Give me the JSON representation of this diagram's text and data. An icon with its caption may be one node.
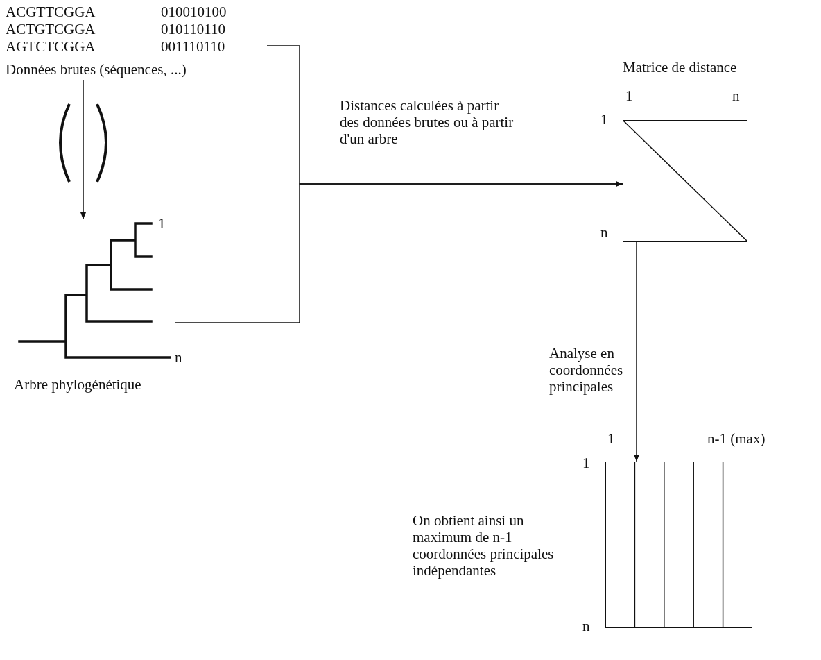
{
  "diagram": {
    "nodes": [
      {
        "text": [
          "Données brutes (séquences, ...)"
        ]
      },
      {
        "text": [],
        "shape": "picture",
        "beside": [
          "Arbre phylogénétique"
        ]
      },
      {
        "text": [],
        "shape": "box",
        "beside": [
          "Matrice de distance"
        ]
      },
      {
        "text": [],
        "shape": "box"
      }
    ],
    "edges": [
      {
        "from": 0,
        "to": 1,
        "arrow": "to"
      },
      {
        "from": 0,
        "to": 2,
        "arrow": "to",
        "label": "Distances calculées à partir des données brutes ou à partir d'un arbre"
      },
      {
        "from": 1,
        "to": 2,
        "arrow": "to"
      },
      {
        "from": 2,
        "to": 3,
        "arrow": "to",
        "label": "Analyse en coordonnées principales"
      }
    ],
    "labels": [
      "ACGTTCGGA",
      "010010100",
      "ACTGTCGGA",
      "010110110",
      "AGTCTCGGA",
      "001110110",
      "1",
      "n",
      "1",
      "n",
      "1",
      "n",
      "1",
      "n-1 (max)",
      "1",
      "n",
      "On obtient ainsi un maximum de n-1 coordonnées principales indépendantes"
    ]
  }
}
